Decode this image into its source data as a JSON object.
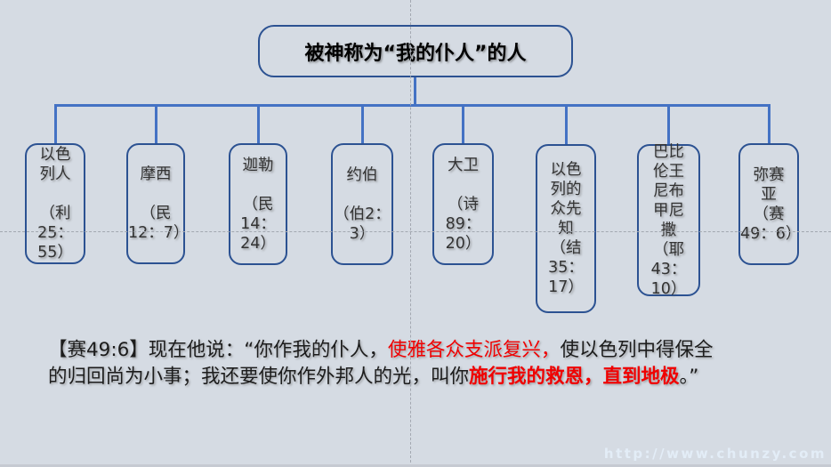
{
  "title": {
    "label": "被神称为“我的仆人”的人"
  },
  "servants": [
    {
      "name": "以色列人",
      "ref": "利25：55",
      "label": "以色\n列人\n\n（利\n25：\n55）"
    },
    {
      "name": "摩西",
      "ref": "民12：7",
      "label": "摩西\n\n（民\n12：7）"
    },
    {
      "name": "迦勒",
      "ref": "民14：24",
      "label": "迦勒\n\n（民\n14：\n24）"
    },
    {
      "name": "约伯",
      "ref": "伯2：3",
      "label": "约伯\n\n（伯2：\n3）"
    },
    {
      "name": "大卫",
      "ref": "诗89：20",
      "label": "大卫\n\n（诗\n89：\n20）"
    },
    {
      "name": "以色列的众先知",
      "ref": "结35：17",
      "label": "以色\n列的\n众先\n知\n（结\n35：\n17）"
    },
    {
      "name": "巴比伦王尼布甲尼撒",
      "ref": "耶43：10",
      "label": "巴比\n伦王\n尼布\n甲尼\n撒\n（耶\n43：\n10）"
    },
    {
      "name": "弥赛亚",
      "ref": "赛49：6",
      "label": "弥赛\n亚\n（赛\n49：6）"
    }
  ],
  "verse": {
    "segments": [
      {
        "text": "【赛49:6】现在他说：“你作我的仆人，",
        "style": "normal"
      },
      {
        "text": "使雅各众支派复兴，",
        "style": "red"
      },
      {
        "text": "使以色列中得保全\n的归回尚为小事；我还要使你作外邦人的光，叫你",
        "style": "normal"
      },
      {
        "text": "施行我的救恩，直到地极",
        "style": "red-bold"
      },
      {
        "text": "。”",
        "style": "normal"
      }
    ]
  },
  "watermark": {
    "url": "http://www.chunzy.com"
  },
  "colors": {
    "background": "#d5dbe3",
    "node_border": "#2c5292",
    "connector": "#4472c4",
    "guide": "#a3a8b1",
    "verse_text": "#1c1c1c",
    "verse_red": "#f00000",
    "watermark": "#e4eef9",
    "bottom_strip": "#c6cad2"
  }
}
